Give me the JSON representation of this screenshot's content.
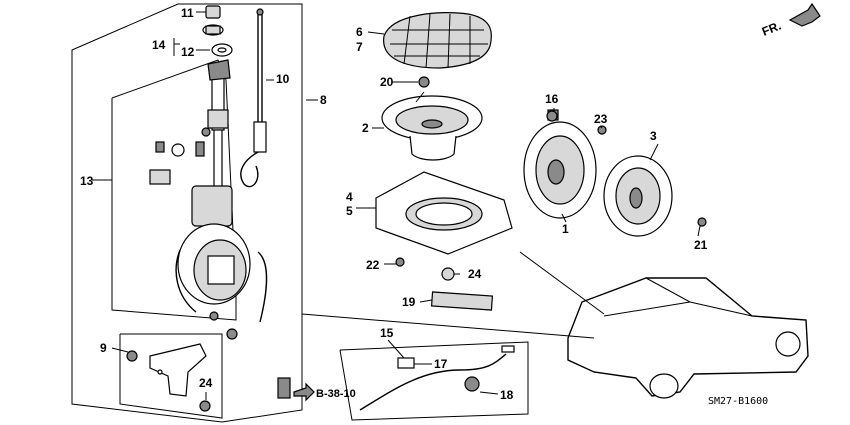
{
  "diagram": {
    "direction_label": "FR.",
    "code": "SM27-B1600",
    "reference": "B-38-10",
    "callouts": [
      "1",
      "2",
      "3",
      "4",
      "5",
      "6",
      "7",
      "8",
      "9",
      "10",
      "11",
      "12",
      "13",
      "14",
      "15",
      "16",
      "17",
      "18",
      "19",
      "20",
      "21",
      "22",
      "23",
      "24",
      "24"
    ]
  }
}
